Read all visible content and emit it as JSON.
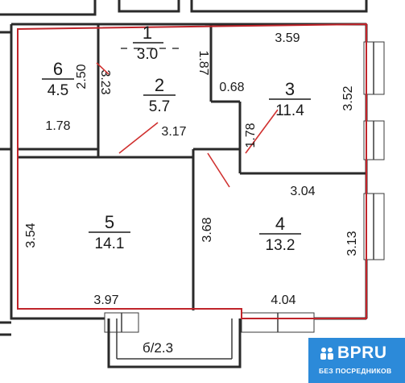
{
  "rooms": [
    {
      "number": "1",
      "area": "3.0"
    },
    {
      "number": "2",
      "area": "5.7"
    },
    {
      "number": "3",
      "area": "11.4"
    },
    {
      "number": "4",
      "area": "13.2"
    },
    {
      "number": "5",
      "area": "14.1"
    },
    {
      "number": "6",
      "area": "4.5"
    }
  ],
  "dimensions": {
    "d_359": "3.59",
    "d_352": "3.52",
    "d_250": "2.50",
    "d_323": "3.23",
    "d_187": "1.87",
    "d_068": "0.68",
    "d_178a": "1.78",
    "d_178b": "1.78",
    "d_317": "3.17",
    "d_304": "3.04",
    "d_354": "3.54",
    "d_368": "3.68",
    "d_313": "3.13",
    "d_397": "3.97",
    "d_404": "4.04"
  },
  "balcony_label": "б/2.3",
  "logo": {
    "brand": "BPRU",
    "tagline": "БЕЗ ПОСРЕДНИКОВ"
  },
  "colors": {
    "outline": "#c0242a",
    "walls": "#2a2a2a",
    "logo_bg": "#2c8ad9"
  }
}
